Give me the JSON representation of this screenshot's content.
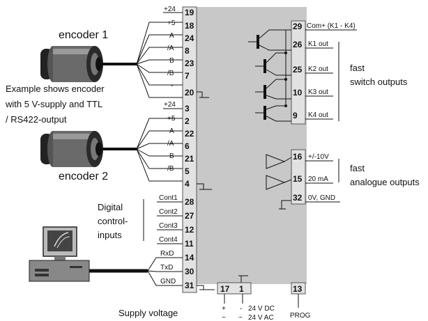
{
  "encoder1": {
    "title": "encoder 1",
    "note": [
      "Example shows encoder",
      "with 5 V-supply  and TTL",
      "/ RS422-output"
    ],
    "pins": [
      {
        "signal": "+24",
        "terminal": "19"
      },
      {
        "signal": "+5",
        "terminal": "18"
      },
      {
        "signal": "A",
        "terminal": "24"
      },
      {
        "signal": "/A",
        "terminal": "8"
      },
      {
        "signal": "B",
        "terminal": "23"
      },
      {
        "signal": "/B",
        "terminal": "7"
      },
      {
        "signal": "-",
        "terminal": "20"
      }
    ]
  },
  "encoder2": {
    "title": "encoder 2",
    "pins": [
      {
        "signal": "+24",
        "terminal": "3"
      },
      {
        "signal": "+5",
        "terminal": "2"
      },
      {
        "signal": "A",
        "terminal": "22"
      },
      {
        "signal": "/A",
        "terminal": "6"
      },
      {
        "signal": "B",
        "terminal": "21"
      },
      {
        "signal": "/B",
        "terminal": "5"
      },
      {
        "signal": "-",
        "terminal": "4"
      }
    ]
  },
  "digital_inputs": {
    "title": [
      "Digital",
      "control-",
      "inputs"
    ],
    "pins": [
      {
        "signal": "Cont1",
        "terminal": "28"
      },
      {
        "signal": "Cont2",
        "terminal": "27"
      },
      {
        "signal": "Cont3",
        "terminal": "12"
      },
      {
        "signal": "Cont4",
        "terminal": "11"
      }
    ]
  },
  "serial": {
    "pins": [
      {
        "signal": "RxD",
        "terminal": "14"
      },
      {
        "signal": "TxD",
        "terminal": "30"
      },
      {
        "signal": "GND",
        "terminal": "31"
      }
    ]
  },
  "switch_outputs": {
    "title": [
      "fast",
      "switch outputs"
    ],
    "pins": [
      {
        "terminal": "29",
        "signal": "Com+ (K1 - K4)"
      },
      {
        "terminal": "26",
        "signal": "K1 out"
      },
      {
        "terminal": "25",
        "signal": "K2 out"
      },
      {
        "terminal": "10",
        "signal": "K3 out"
      },
      {
        "terminal": "9",
        "signal": "K4 out"
      }
    ]
  },
  "analogue_outputs": {
    "title": [
      "fast",
      "analogue outputs"
    ],
    "pins": [
      {
        "terminal": "16",
        "signal": "+/-10V"
      },
      {
        "terminal": "15",
        "signal": "20 mA"
      },
      {
        "terminal": "32",
        "signal": "0V, GND"
      }
    ]
  },
  "supply": {
    "label": "Supply voltage",
    "terminals": [
      "17",
      "1"
    ],
    "plus": "+",
    "minus": "-",
    "tilde": "~",
    "dc": "24 V DC",
    "ac": "24 V AC"
  },
  "prog": {
    "terminal": "13",
    "label": "PROG"
  }
}
